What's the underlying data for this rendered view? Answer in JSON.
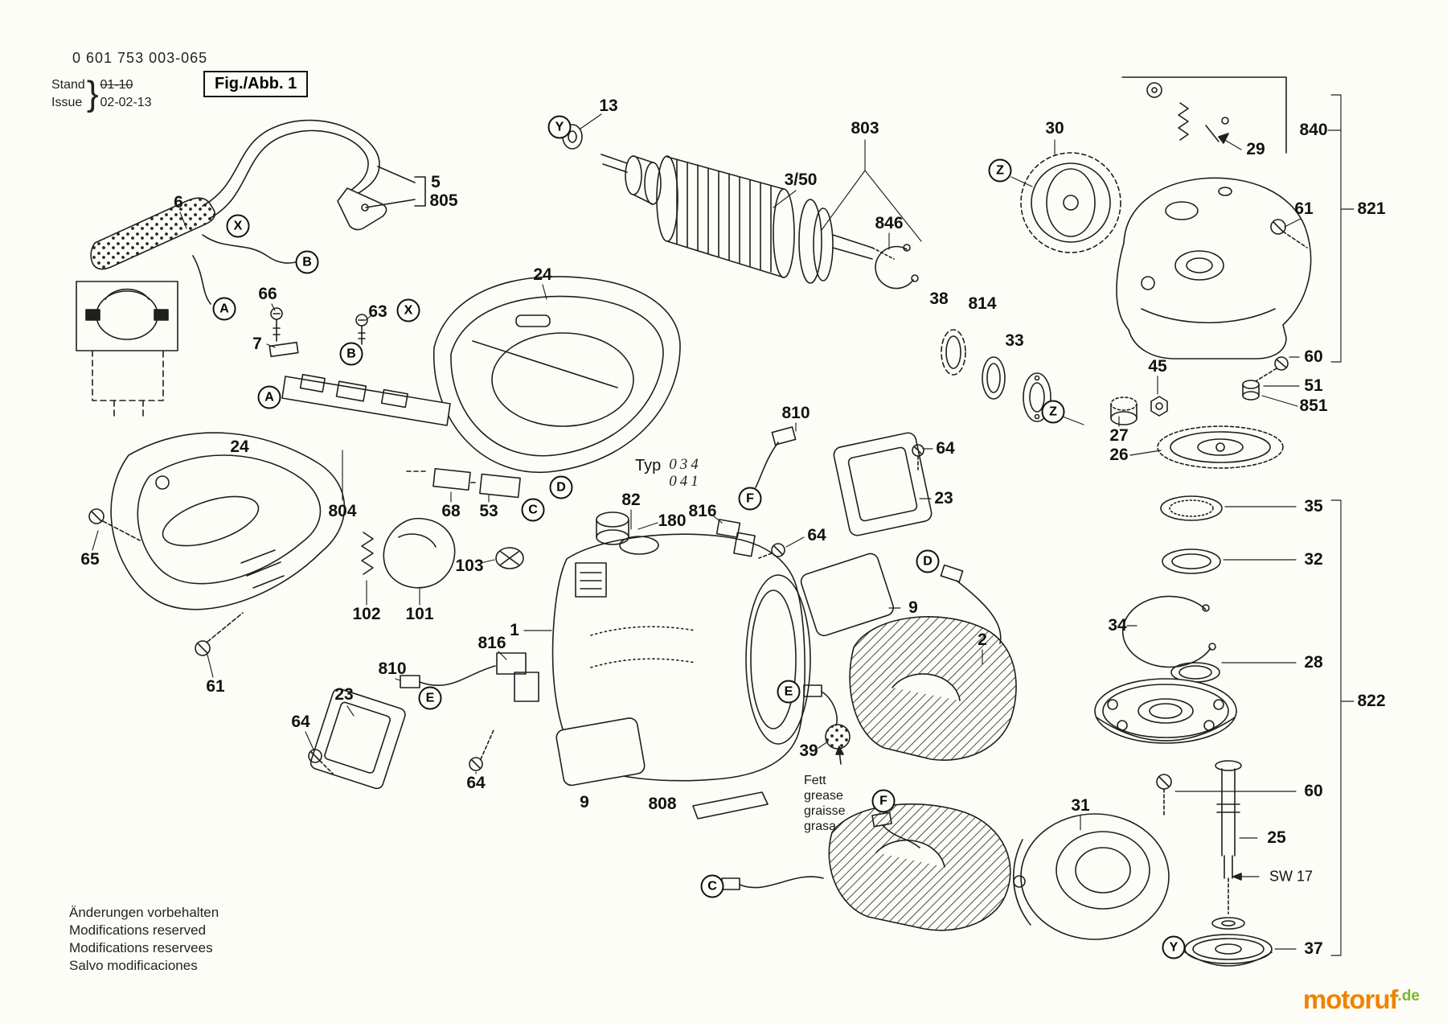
{
  "header": {
    "part_number": "0 601 753 003-065",
    "stand_label": "Stand",
    "stand_value": "01-10",
    "issue_label": "Issue",
    "issue_value": "02-02-13",
    "fig_label": "Fig./Abb. 1"
  },
  "type_note": {
    "label": "Typ",
    "value1": "034",
    "value2": "041"
  },
  "grease_note": {
    "line1": "Fett",
    "line2": "grease",
    "line3": "graisse",
    "line4": "grasa"
  },
  "letters": {
    "A": "A",
    "B": "B",
    "C": "C",
    "D": "D",
    "E": "E",
    "F": "F",
    "X": "X",
    "Y": "Y",
    "Z": "Z"
  },
  "parts": {
    "p1": "1",
    "p2": "2",
    "p350": "3/50",
    "p5": "5",
    "p6": "6",
    "p7": "7",
    "p9": "9",
    "p13": "13",
    "p23": "23",
    "p24": "24",
    "p25": "25",
    "p26": "26",
    "p27": "27",
    "p28": "28",
    "p29": "29",
    "p30": "30",
    "p31": "31",
    "p32": "32",
    "p33": "33",
    "p34": "34",
    "p35": "35",
    "p37": "37",
    "p38": "38",
    "p39": "39",
    "p45": "45",
    "p51": "51",
    "p53": "53",
    "p60": "60",
    "p61": "61",
    "p63": "63",
    "p64": "64",
    "p65": "65",
    "p66": "66",
    "p68": "68",
    "p82": "82",
    "p101": "101",
    "p102": "102",
    "p103": "103",
    "p180": "180",
    "p803": "803",
    "p804": "804",
    "p805": "805",
    "p808": "808",
    "p810": "810",
    "p814": "814",
    "p816": "816",
    "p821": "821",
    "p822": "822",
    "p840": "840",
    "p846": "846",
    "p851": "851",
    "sw17": "SW 17"
  },
  "footer": {
    "line1": "Änderungen vorbehalten",
    "line2": "Modifications reserved",
    "line3": "Modifications reservees",
    "line4": "Salvo modificaciones"
  },
  "watermark": {
    "name": "motoruf",
    "tld": ".de",
    "name_color": "#f08300",
    "tld_color": "#76b82a"
  }
}
